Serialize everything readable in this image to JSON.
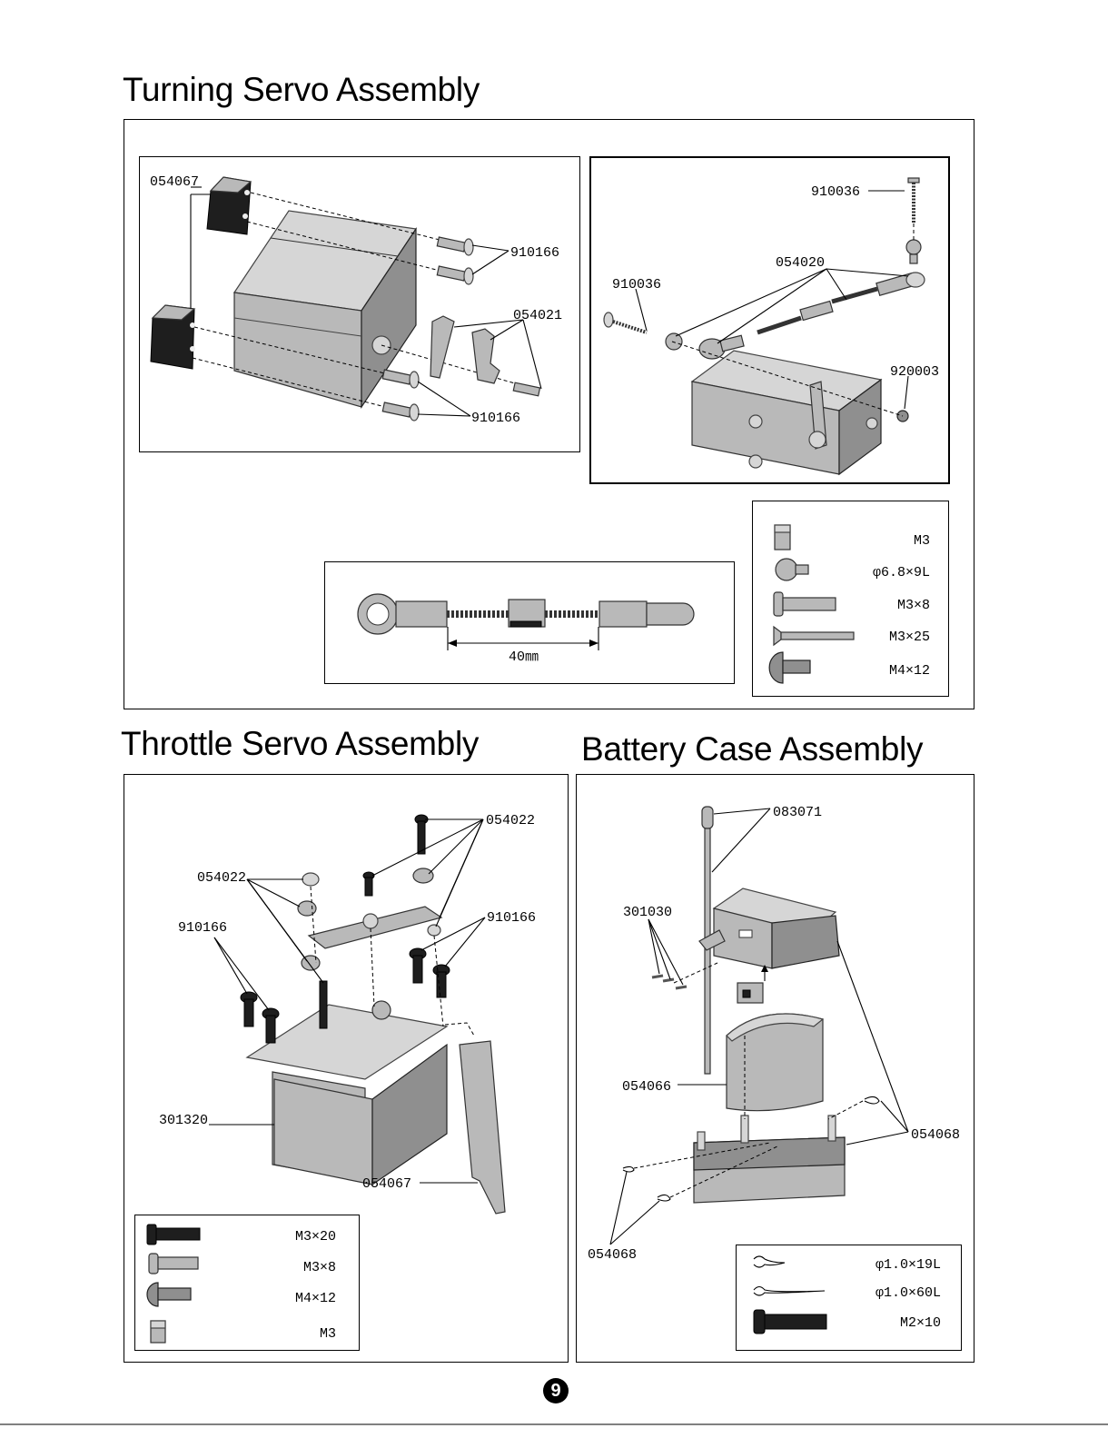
{
  "titles": {
    "turning": "Turning Servo Assembly",
    "throttle": "Throttle Servo Assembly",
    "battery": "Battery Case Assembly"
  },
  "turning": {
    "left_labels": [
      "054067",
      "910166",
      "054021",
      "910166"
    ],
    "right_labels": [
      "910036",
      "054020",
      "910036",
      "920003"
    ],
    "linkage_length": "40㎜",
    "hardware": [
      {
        "icon": "nut-icon",
        "spec": "M3"
      },
      {
        "icon": "ball-end-icon",
        "spec": "φ6.8×9L"
      },
      {
        "icon": "pan-screw-icon",
        "spec": "M3×8"
      },
      {
        "icon": "flat-screw-icon",
        "spec": "M3×25"
      },
      {
        "icon": "mushroom-screw-icon",
        "spec": "M4×12"
      }
    ]
  },
  "throttle": {
    "labels": [
      "054022",
      "054022",
      "910166",
      "910166",
      "301320",
      "054067"
    ],
    "hardware": [
      {
        "icon": "long-screw-icon",
        "spec": "M3×20"
      },
      {
        "icon": "pan-screw-icon",
        "spec": "M3×8"
      },
      {
        "icon": "mushroom-screw-icon",
        "spec": "M4×12"
      },
      {
        "icon": "nut-icon",
        "spec": "M3"
      }
    ]
  },
  "battery": {
    "labels": [
      "083071",
      "301030",
      "054066",
      "054068",
      "054068"
    ],
    "hardware": [
      {
        "icon": "short-clip-icon",
        "spec": "φ1.0×19L"
      },
      {
        "icon": "long-clip-icon",
        "spec": "φ1.0×60L"
      },
      {
        "icon": "black-screw-icon",
        "spec": "M2×10"
      }
    ]
  },
  "page_number": "9"
}
